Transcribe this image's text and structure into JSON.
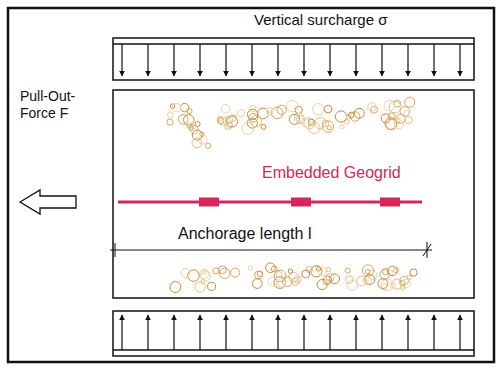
{
  "diagram": {
    "labels": [
      "Vertical surcharge σ",
      "Pull-Out-Force F",
      "Embedded Geogrid",
      "Anchorage length l"
    ]
  }
}
